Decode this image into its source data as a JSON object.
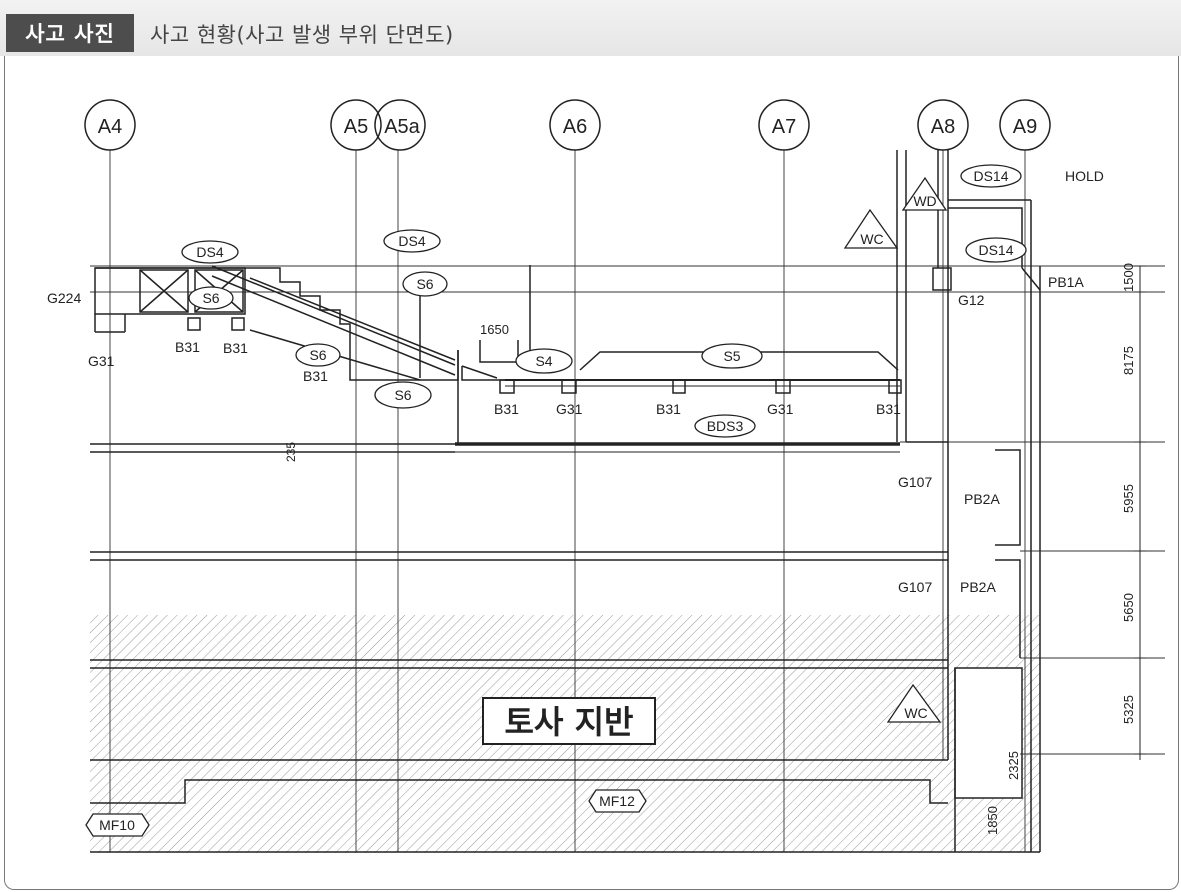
{
  "header": {
    "tag_label": "사고 사진",
    "title": "사고 현황(사고 발생 부위 단면도)"
  },
  "grid_axes": [
    "A4",
    "A5",
    "A5a",
    "A6",
    "A7",
    "A8",
    "A9"
  ],
  "labels": {
    "hold": "HOLD",
    "ds4_a": "DS4",
    "ds4_b": "DS4",
    "ds14_a": "DS14",
    "ds14_b": "DS14",
    "s6_a": "S6",
    "s6_b": "S6",
    "s6_c": "S6",
    "s6_d": "S6",
    "s4": "S4",
    "s5": "S5",
    "bds3": "BDS3",
    "wc_a": "WC",
    "wc_b": "WC",
    "wd": "WD",
    "g224": "G224",
    "g31_a": "G31",
    "g31_b": "G31",
    "g31_c": "G31",
    "b31_a": "B31",
    "b31_b": "B31",
    "b31_c": "B31",
    "b31_d": "B31",
    "b31_e": "B31",
    "b31_f": "B31",
    "g12": "G12",
    "pb1a": "PB1A",
    "g107_a": "G107",
    "g107_b": "G107",
    "pb2a_a": "PB2A",
    "pb2a_b": "PB2A",
    "dim_1650": "1650",
    "dim_235": "235",
    "mf10": "MF10",
    "mf12": "MF12",
    "soil": "토사 지반"
  },
  "dimensions": [
    "1500",
    "8175",
    "5955",
    "5650",
    "5325",
    "2325",
    "1850"
  ]
}
